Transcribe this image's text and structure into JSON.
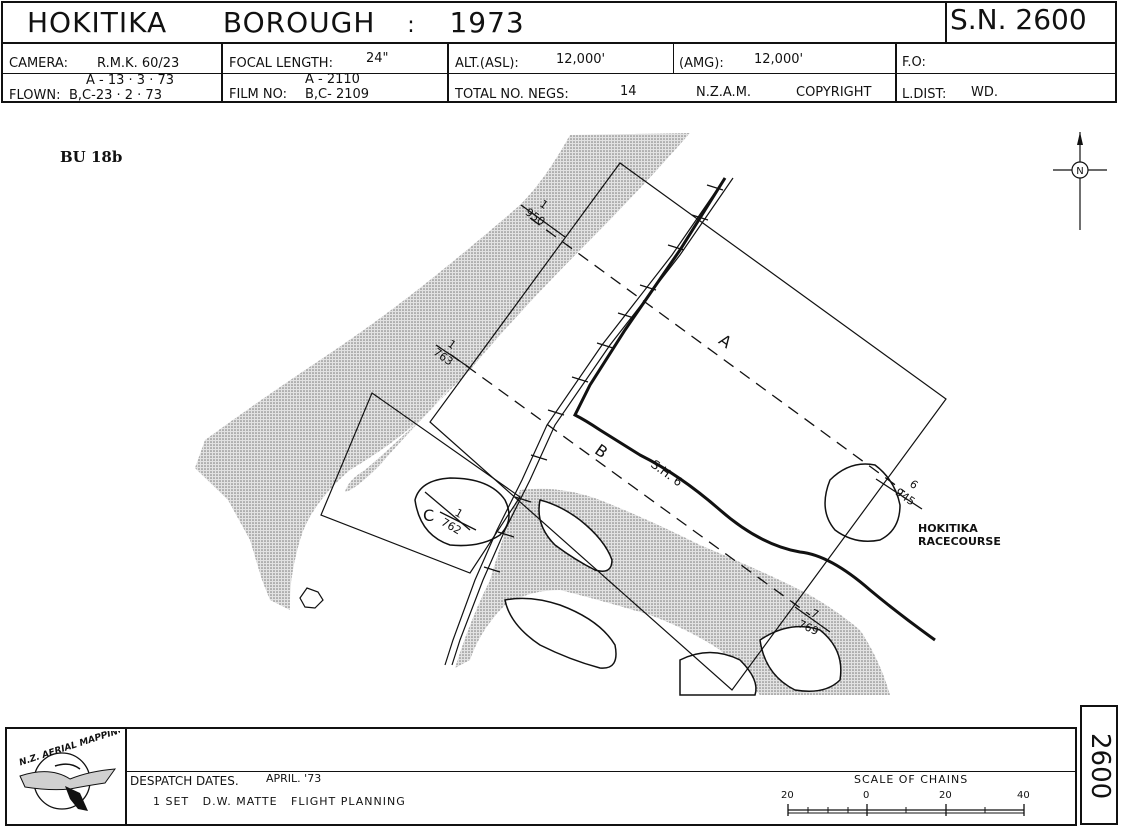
{
  "header": {
    "title": "HOKITIKA",
    "title_part2": "BOROUGH",
    "title_sep": ":",
    "year": "1973",
    "sheet_number": "S.N. 2600",
    "camera_label": "CAMERA:",
    "camera_value": "R.M.K. 60/23",
    "focal_label": "FOCAL LENGTH:",
    "focal_value": "24\"",
    "alt_label": "ALT.(ASL):",
    "alt_value": "12,000'",
    "amg_label": "(AMG):",
    "amg_value": "12,000'",
    "fo_label": "F.O:",
    "flown_top": "A - 13 · 3 · 73",
    "flown_label": "FLOWN:",
    "flown_value": "B,C-23 · 2 · 73",
    "film_top": "A - 2110",
    "film_label": "FILM NO:",
    "film_value": "B,C- 2109",
    "negs_label": "TOTAL NO. NEGS:",
    "negs_value": "14",
    "nzam": "N.Z.A.M.",
    "copyright": "COPYRIGHT",
    "ldist_label": "L.DIST:",
    "ldist_value": "WD."
  },
  "map": {
    "sheet_code": "BU 18b",
    "north_label": "N",
    "strip_a": "A",
    "strip_b": "B",
    "strip_c": "C",
    "label_950_top": "1",
    "label_950_bottom": "950",
    "label_763_top": "1",
    "label_763_bottom": "763",
    "label_762_top": "1",
    "label_762_bottom": "762",
    "label_945_top": "6",
    "label_945_bottom": "945",
    "label_769_top": "7",
    "label_769_bottom": "769",
    "highway": "S.H. 6",
    "racecourse_line1": "HOKITIKA",
    "racecourse_line2": "RACECOURSE"
  },
  "footer": {
    "logo_text": "N.Z. AERIAL MAPPING LTD.",
    "despatch_label": "DESPATCH DATES.",
    "despatch_value": "APRIL. '73",
    "set_line": "1 SET   D.W. MATTE   FLIGHT PLANNING",
    "scale_title": "SCALE OF CHAINS",
    "scale_ticks": [
      "20",
      "0",
      "20",
      "40"
    ],
    "side_number": "2600"
  },
  "colors": {
    "ink": "#111111",
    "shading": "#c9c9c9",
    "paper": "#ffffff"
  }
}
